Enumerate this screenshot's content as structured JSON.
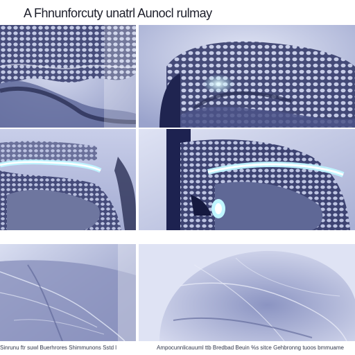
{
  "title": "A Fhnunforcuty unatrl Aunocl rulmay",
  "captions": {
    "left": "Sinrunu ftr suwl Buerhrores Shimmunons Sstd l",
    "right": "Ampocunnlicauuml ttb Bredbad Beuin %s sitce Gehbronng tuoos bmmuame"
  },
  "colors": {
    "background": "#ffffff",
    "tissue_light": "#c9cfe9",
    "tissue_mid": "#7d87b3",
    "tissue_dark": "#2a2f55",
    "glow": "#bff6ff"
  },
  "panels": [
    {
      "id": "top-left",
      "kind": "trabecular-upper"
    },
    {
      "id": "top-right",
      "kind": "trabecular-upper-glow"
    },
    {
      "id": "middle-left",
      "kind": "cortex-glow"
    },
    {
      "id": "middle-right",
      "kind": "cortex-glow-large"
    },
    {
      "id": "bottom-left",
      "kind": "soft-tissue"
    },
    {
      "id": "bottom-right",
      "kind": "soft-tissue"
    }
  ]
}
